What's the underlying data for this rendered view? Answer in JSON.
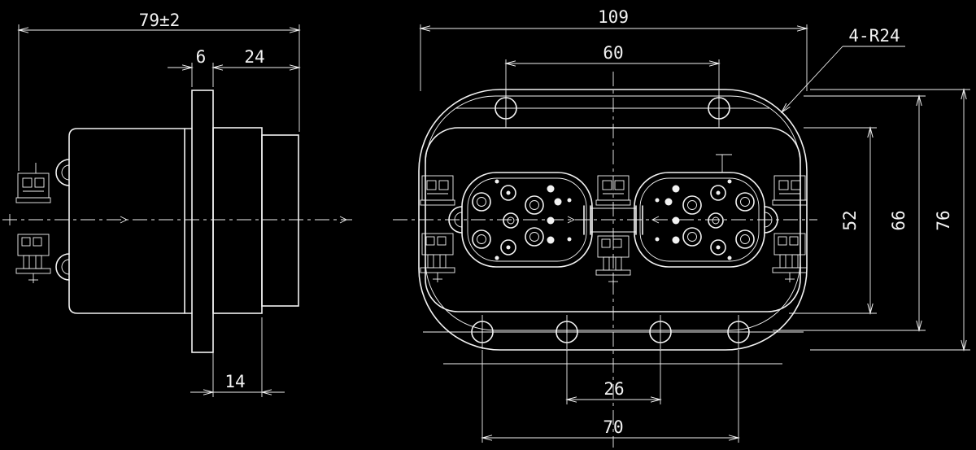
{
  "title": "Two-view engineering drawing of dual-socket housing",
  "canvas": {
    "background": "#000000",
    "line_color": "#f2f2f2"
  },
  "views": {
    "side": {
      "name": "side-view",
      "dims": {
        "overall_width": "79±2",
        "flange_thickness": "6",
        "boss_length": "24",
        "step_length": "14"
      }
    },
    "front": {
      "name": "front-view",
      "dims": {
        "overall_length": "109",
        "top_hole_spacing": "60",
        "corner_radius": "4-R24",
        "bottom_inner_hole_spacing": "26",
        "bottom_outer_hole_spacing": "70",
        "recess_height": "52",
        "inner_body_height": "66",
        "overall_height": "76"
      }
    }
  }
}
